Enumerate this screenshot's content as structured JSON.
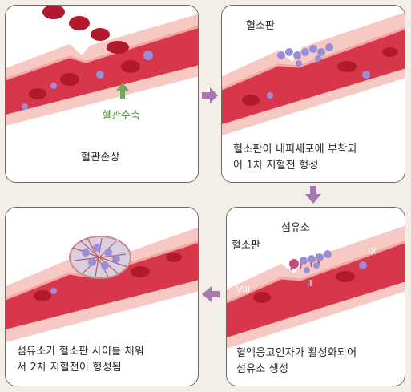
{
  "panels": [
    {
      "caption": "혈관손상",
      "annotation": "혈관수축"
    },
    {
      "caption_line1": "혈소판이 내피세포에 부착되",
      "caption_line2": "어 1차 지혈전 형성",
      "label": "혈소판"
    },
    {
      "caption_line1": "혈액응고인자가 활성화되어",
      "caption_line2": "섬유소 생성",
      "label_platelet": "혈소판",
      "label_fibrin": "섬유소",
      "factors": [
        "VIII",
        "II",
        "IX"
      ]
    },
    {
      "caption_line1": "섬유소가 혈소판 사이를 채워",
      "caption_line2": "서 2차 지혈전이 형성됨"
    }
  ],
  "colors": {
    "vessel_wall": "#f6c9c4",
    "lumen": "#d8364a",
    "rbc": "#b3192c",
    "platelet": "#9a8fd6",
    "arrow": "#a67ab0",
    "constriction": "#6fa85e"
  },
  "icons": [
    "arrow-right-icon",
    "arrow-down-icon",
    "arrow-left-icon",
    "arrow-up-icon"
  ]
}
